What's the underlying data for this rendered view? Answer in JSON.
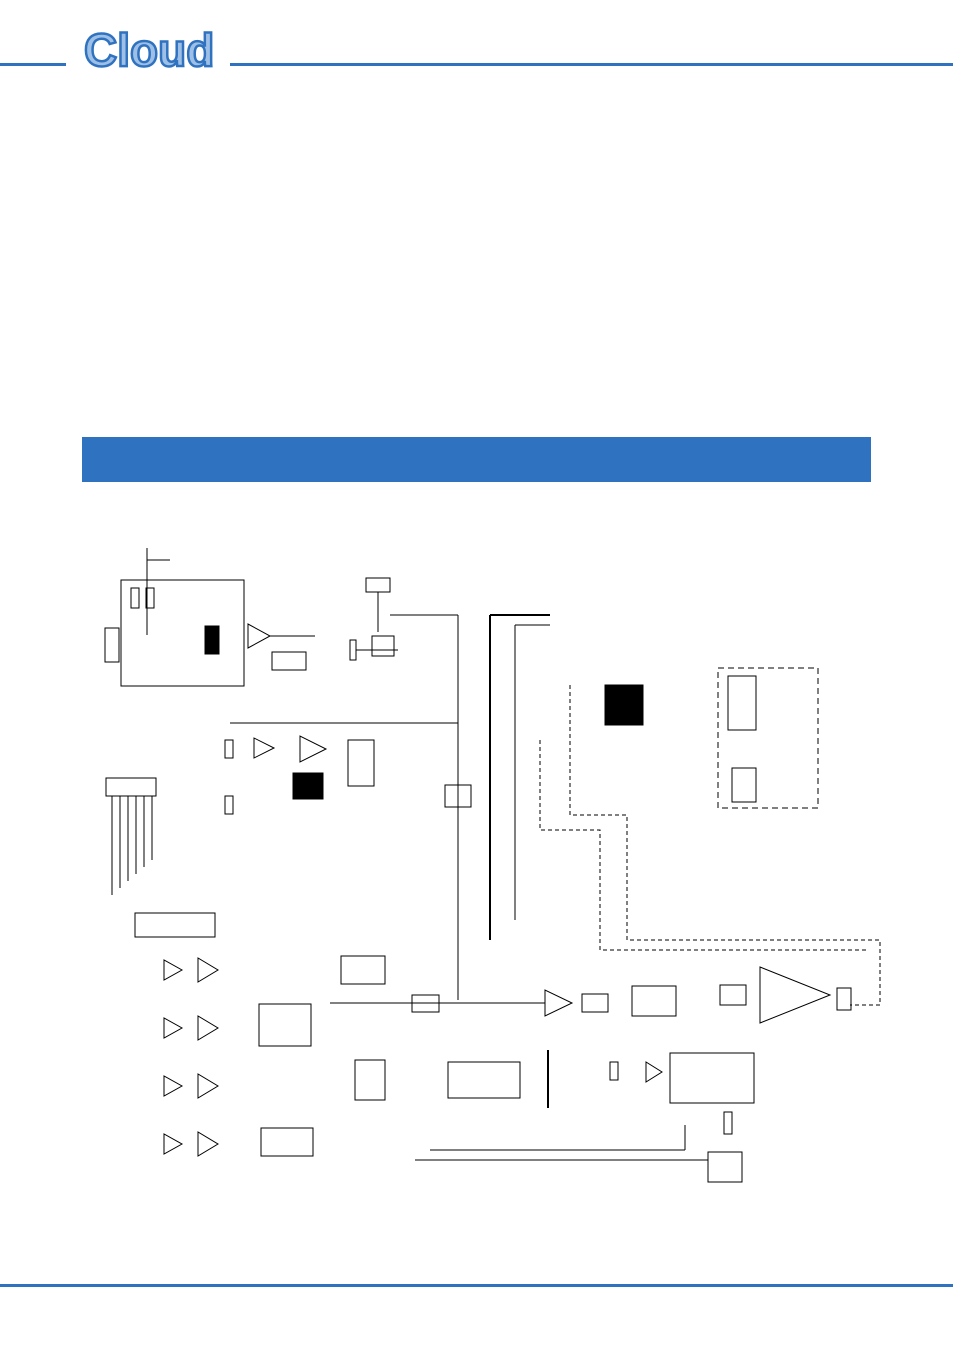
{
  "header": {
    "brand_color": "#2f73c0",
    "logo_icon": "cloud-logo",
    "logo_text": "Cloud"
  },
  "section_banner": {
    "title": ""
  },
  "schematic": {
    "icon": "block-diagram-schematic"
  }
}
